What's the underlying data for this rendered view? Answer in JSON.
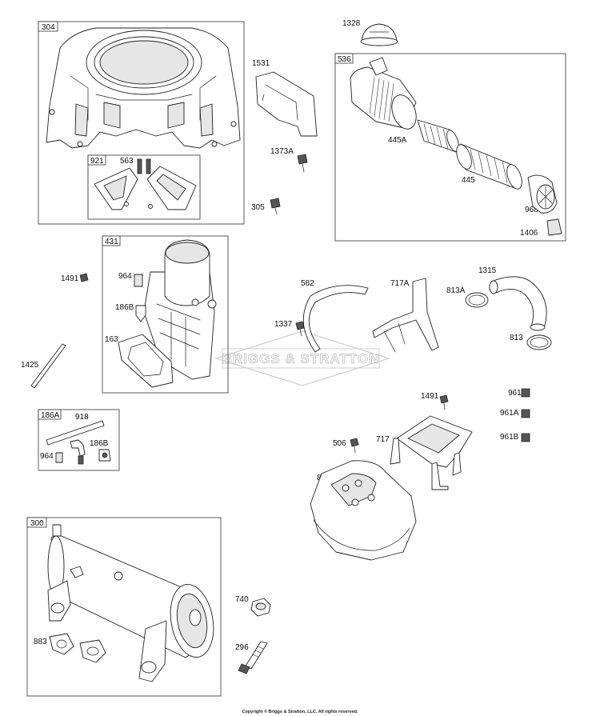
{
  "watermark": "BRIGGS & STRATTON",
  "copyright": "Copyright © Briggs & Stratton, LLC. All rights reserved.",
  "boxes": {
    "b304": "304",
    "b921": "921",
    "b536": "536",
    "b431": "431",
    "b186a": "186A",
    "b300": "300"
  },
  "labels": {
    "l563": "563",
    "l1328": "1328",
    "l1531": "1531",
    "l1373a": "1373A",
    "l305": "305",
    "l445a": "445A",
    "l445": "445",
    "l968": "968",
    "l1406": "1406",
    "l1491a": "1491",
    "l964a": "964",
    "l186b_a": "186B",
    "l163": "163",
    "l1425": "1425",
    "l582": "582",
    "l717a": "717A",
    "l813a": "813A",
    "l1315": "1315",
    "l1337": "1337",
    "l813": "813",
    "l918": "918",
    "l186b_b": "186B",
    "l964b": "964",
    "l1491b": "1491",
    "l961": "961",
    "l961a": "961A",
    "l961b": "961B",
    "l506": "506",
    "l717": "717",
    "l879": "879",
    "l740": "740",
    "l296": "296",
    "l883": "883"
  }
}
